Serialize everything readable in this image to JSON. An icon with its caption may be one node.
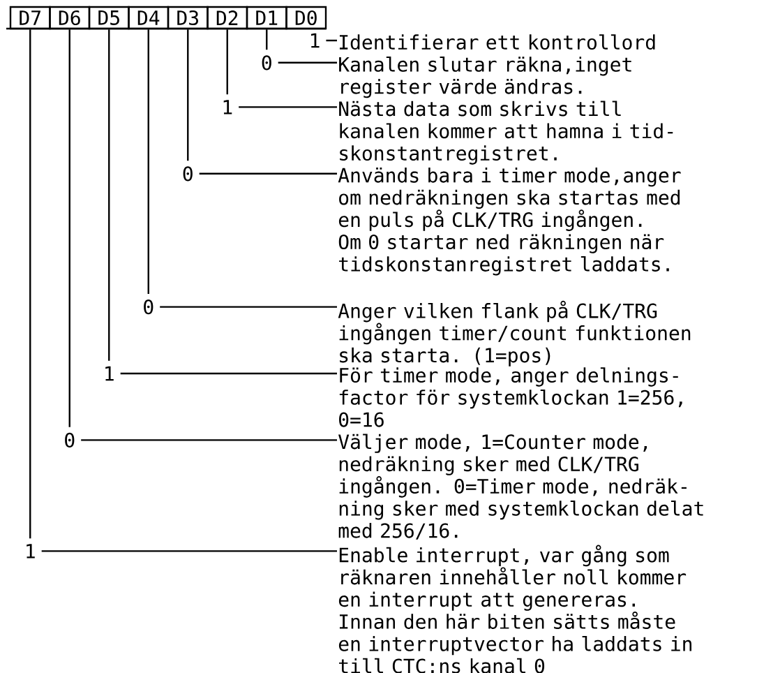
{
  "diagram": {
    "nodes": [
      {
        "text": [
          "D7"
        ]
      },
      {
        "text": [
          "D6"
        ]
      },
      {
        "text": [
          "D5"
        ]
      },
      {
        "text": [
          "D4"
        ]
      },
      {
        "text": [
          "D3"
        ]
      },
      {
        "text": [
          "D2"
        ]
      },
      {
        "text": [
          "D1"
        ]
      },
      {
        "text": [
          "D0"
        ]
      },
      {
        "text": [
          "1"
        ]
      },
      {
        "text": [
          "Identifierar ett kontrollord"
        ]
      },
      {
        "text": [
          "0"
        ]
      },
      {
        "text": [
          "Kanalen slutar räkna,inget register värde ändras."
        ]
      },
      {
        "text": [
          "1"
        ]
      },
      {
        "text": [
          "Nästa data som skrivs till kanalen kommer att hamna i tid- skonstantregistret."
        ]
      },
      {
        "text": [
          "0"
        ]
      },
      {
        "text": [
          "Används bara i timer mode,anger om nedräkningen ska startas med en puls på CLK/TRG ingången.",
          "Om 0 startar ned räkningen när tidskonstanregistret laddats."
        ]
      },
      {
        "text": [
          "0"
        ]
      },
      {
        "text": [
          "Anger vilken flank på CLK/TRG ingången timer/count funktionen ska starta. (1=pos)"
        ]
      },
      {
        "text": [
          "1"
        ]
      },
      {
        "text": [
          "För timer mode, anger delnings- factor för systemklockan 1=256, 0=16"
        ]
      },
      {
        "text": [
          "0"
        ]
      },
      {
        "text": [
          "Väljer mode, 1=Counter mode, nedräkning sker med CLK/TRG ingången. 0=Timer mode, nedräk- ning sker med systemklockan delat med 256/16."
        ]
      },
      {
        "text": [
          "1"
        ]
      },
      {
        "text": [
          "Enable interrupt, var gång som räknaren innehåller noll kommer en interrupt att genereras. Innan den här biten sätts måste en interruptvector ha laddats in till CTC:ns kanal 0"
        ]
      }
    ],
    "edges": [
      {
        "from": 8,
        "to": 9,
        "arrow": "none"
      },
      {
        "from": 6,
        "to": 10,
        "arrow": "none"
      },
      {
        "from": 10,
        "to": 11,
        "arrow": "none"
      },
      {
        "from": 5,
        "to": 12,
        "arrow": "none"
      },
      {
        "from": 12,
        "to": 13,
        "arrow": "none"
      },
      {
        "from": 4,
        "to": 14,
        "arrow": "none"
      },
      {
        "from": 14,
        "to": 15,
        "arrow": "none"
      },
      {
        "from": 3,
        "to": 16,
        "arrow": "none"
      },
      {
        "from": 16,
        "to": 17,
        "arrow": "none"
      },
      {
        "from": 2,
        "to": 18,
        "arrow": "none"
      },
      {
        "from": 18,
        "to": 19,
        "arrow": "none"
      },
      {
        "from": 1,
        "to": 20,
        "arrow": "none"
      },
      {
        "from": 20,
        "to": 21,
        "arrow": "none"
      },
      {
        "from": 0,
        "to": 22,
        "arrow": "none"
      },
      {
        "from": 22,
        "to": 23,
        "arrow": "none"
      }
    ]
  }
}
